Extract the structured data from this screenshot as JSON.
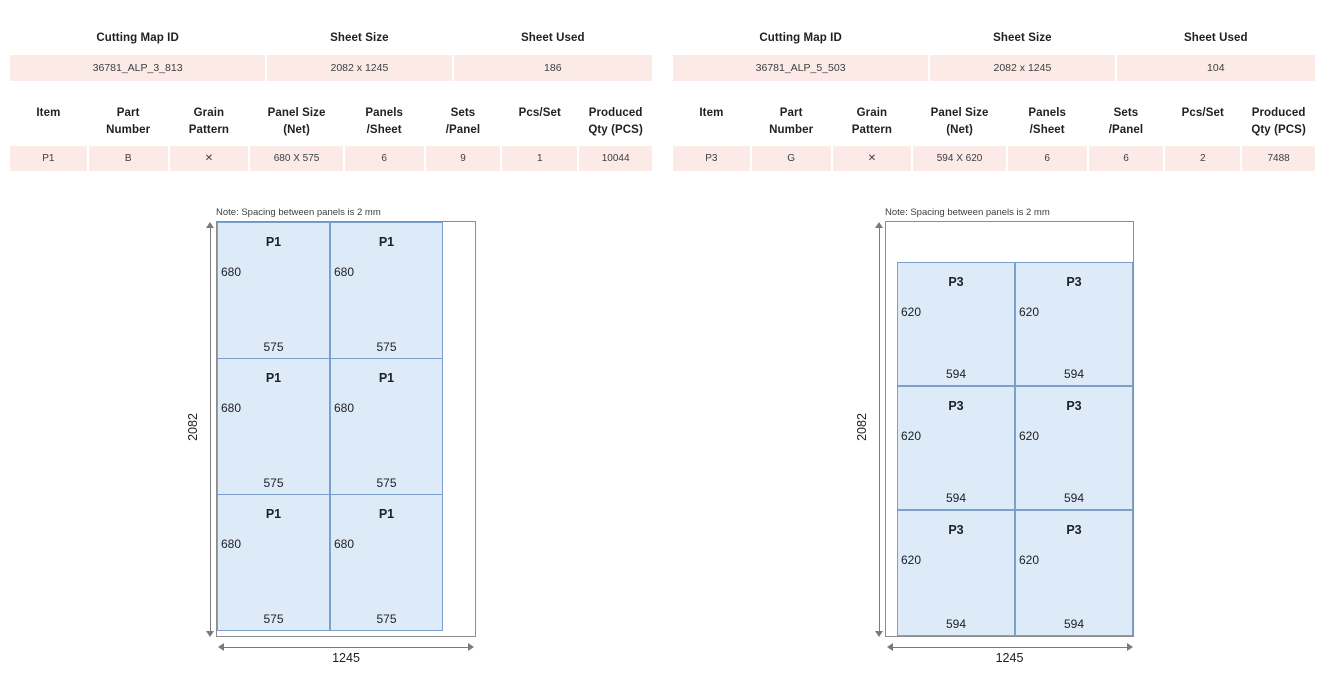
{
  "cutting_maps": [
    {
      "summary_headers": [
        "Cutting Map ID",
        "Sheet Size",
        "Sheet Used"
      ],
      "summary_values": {
        "cutting_map_id": "36781_ALP_3_813",
        "sheet_size": "2082 x 1245",
        "sheet_used": "186"
      },
      "detail_headers": [
        "Item",
        "Part\nNumber",
        "Grain\nPattern",
        "Panel Size\n(Net)",
        "Panels\n/Sheet",
        "Sets\n/Panel",
        "Pcs/Set",
        "Produced\nQty (PCS)"
      ],
      "detail_headers_l1": [
        "Item",
        "Part",
        "Grain",
        "Panel Size",
        "Panels",
        "Sets",
        "Pcs/Set",
        "Produced"
      ],
      "detail_headers_l2": [
        "",
        "Number",
        "Pattern",
        "(Net)",
        "/Sheet",
        "/Panel",
        "",
        "Qty (PCS)"
      ],
      "detail_rows": [
        {
          "item": "P1",
          "part_number": "B",
          "grain_pattern": "✕",
          "panel_size_net": "680 X 575",
          "panels_per_sheet": "6",
          "sets_per_panel": "9",
          "pcs_per_set": "1",
          "produced_qty_pcs": "10044"
        }
      ],
      "diagram": {
        "note": "Note: Spacing between panels is 2 mm",
        "sheet_height_label": "2082",
        "sheet_width_label": "1245",
        "panel_label": "P1",
        "panel_height_label": "680",
        "panel_width_label": "575",
        "rows": 3,
        "cols": 2
      }
    },
    {
      "summary_headers": [
        "Cutting Map ID",
        "Sheet Size",
        "Sheet Used"
      ],
      "summary_values": {
        "cutting_map_id": "36781_ALP_5_503",
        "sheet_size": "2082 x 1245",
        "sheet_used": "104"
      },
      "detail_headers_l1": [
        "Item",
        "Part",
        "Grain",
        "Panel Size",
        "Panels",
        "Sets",
        "Pcs/Set",
        "Produced"
      ],
      "detail_headers_l2": [
        "",
        "Number",
        "Pattern",
        "(Net)",
        "/Sheet",
        "/Panel",
        "",
        "Qty (PCS)"
      ],
      "detail_rows": [
        {
          "item": "P3",
          "part_number": "G",
          "grain_pattern": "✕",
          "panel_size_net": "594 X 620",
          "panels_per_sheet": "6",
          "sets_per_panel": "6",
          "pcs_per_set": "2",
          "produced_qty_pcs": "7488"
        }
      ],
      "diagram": {
        "note": "Note: Spacing between panels is 2 mm",
        "sheet_height_label": "2082",
        "sheet_width_label": "1245",
        "panel_label": "P3",
        "panel_height_label": "620",
        "panel_width_label": "594",
        "rows": 3,
        "cols": 2
      }
    }
  ],
  "colors": {
    "table_cell_fill": "#fbeae6",
    "panel_fill": "#ddeaf7",
    "panel_stroke": "#7ba0cb",
    "sheet_stroke": "#8d8d8d",
    "dimension_stroke": "#7a7a7a",
    "text": "#202124"
  }
}
